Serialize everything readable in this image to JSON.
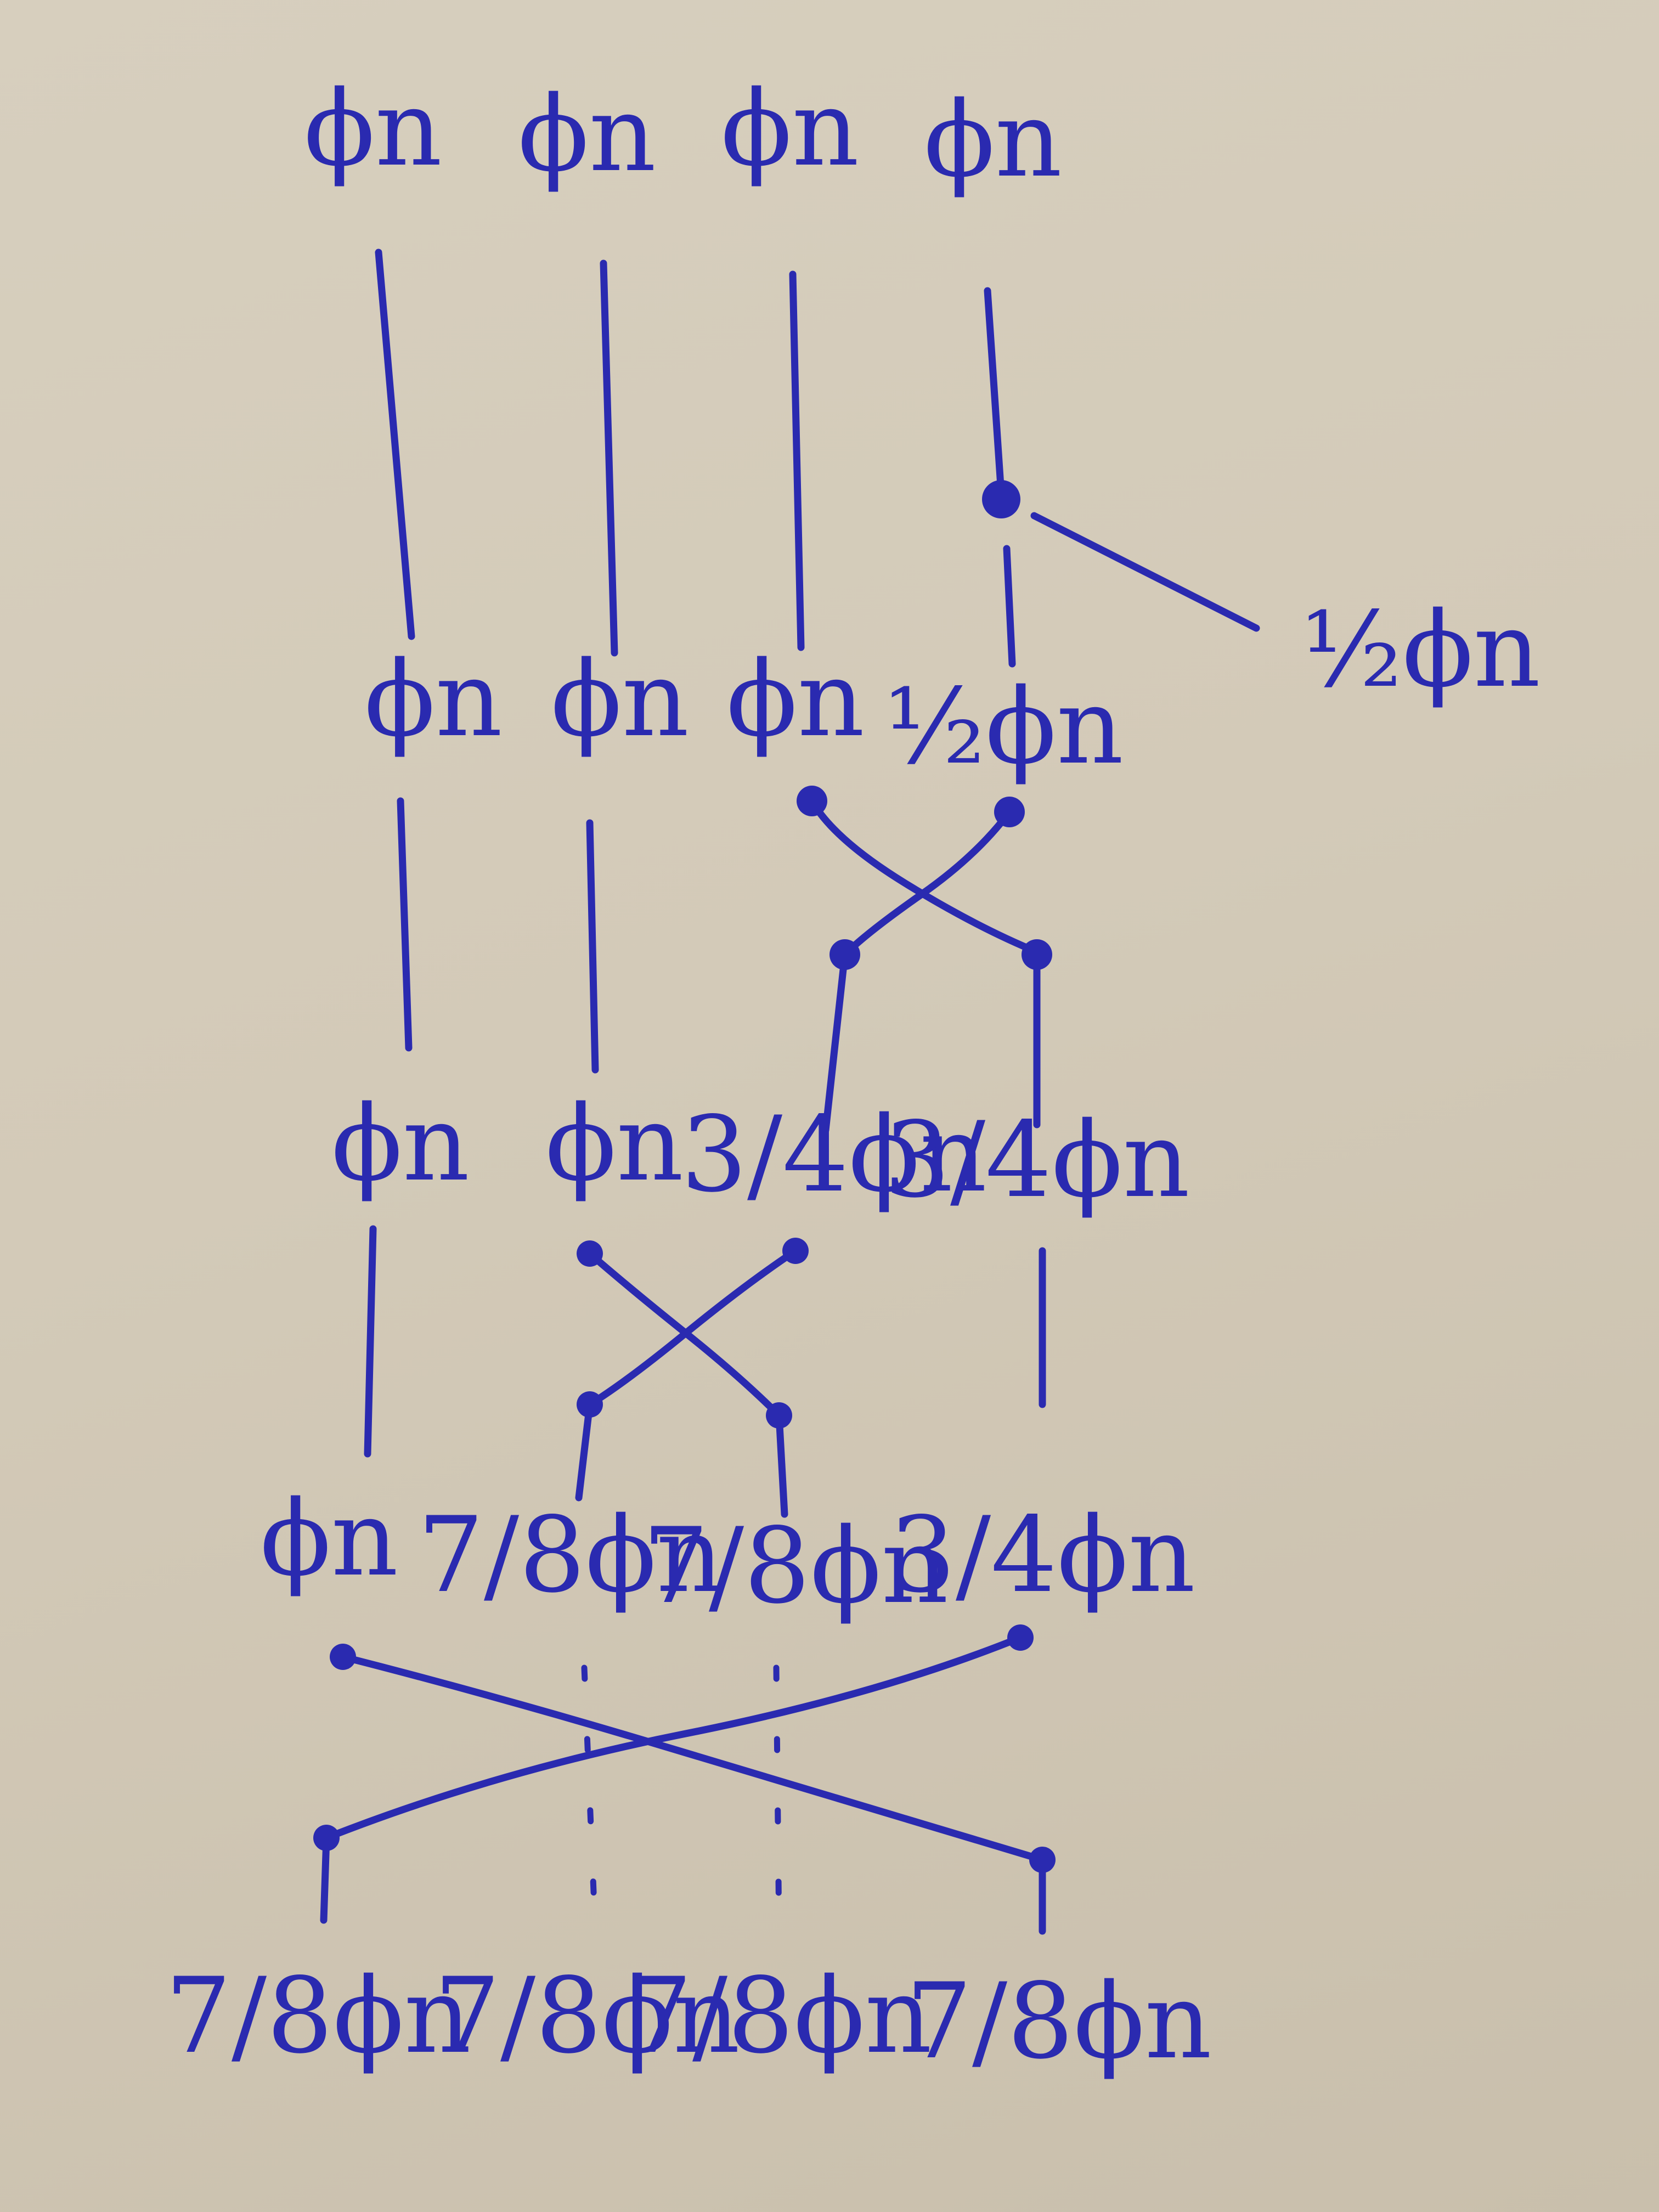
{
  "rows": [
    [
      "ϕn",
      "ϕn",
      "ϕn",
      "ϕn"
    ],
    [
      "ϕn",
      "ϕn",
      "ϕn",
      "½ϕn"
    ],
    [
      "ϕn",
      "ϕn",
      "3/4ϕn",
      "3/4ϕn"
    ],
    [
      "ϕn",
      "7/8ϕn",
      "7/8ϕn",
      "3/4ϕn"
    ],
    [
      "7/8ϕn",
      "7/8ϕn",
      "7/8ϕn",
      "7/8ϕn"
    ]
  ],
  "side_output": "½ϕn",
  "symbol": "ϕ",
  "subscript": "n",
  "colors": {
    "ink": "#2a2ab0",
    "paper": "#d5cdbb"
  }
}
